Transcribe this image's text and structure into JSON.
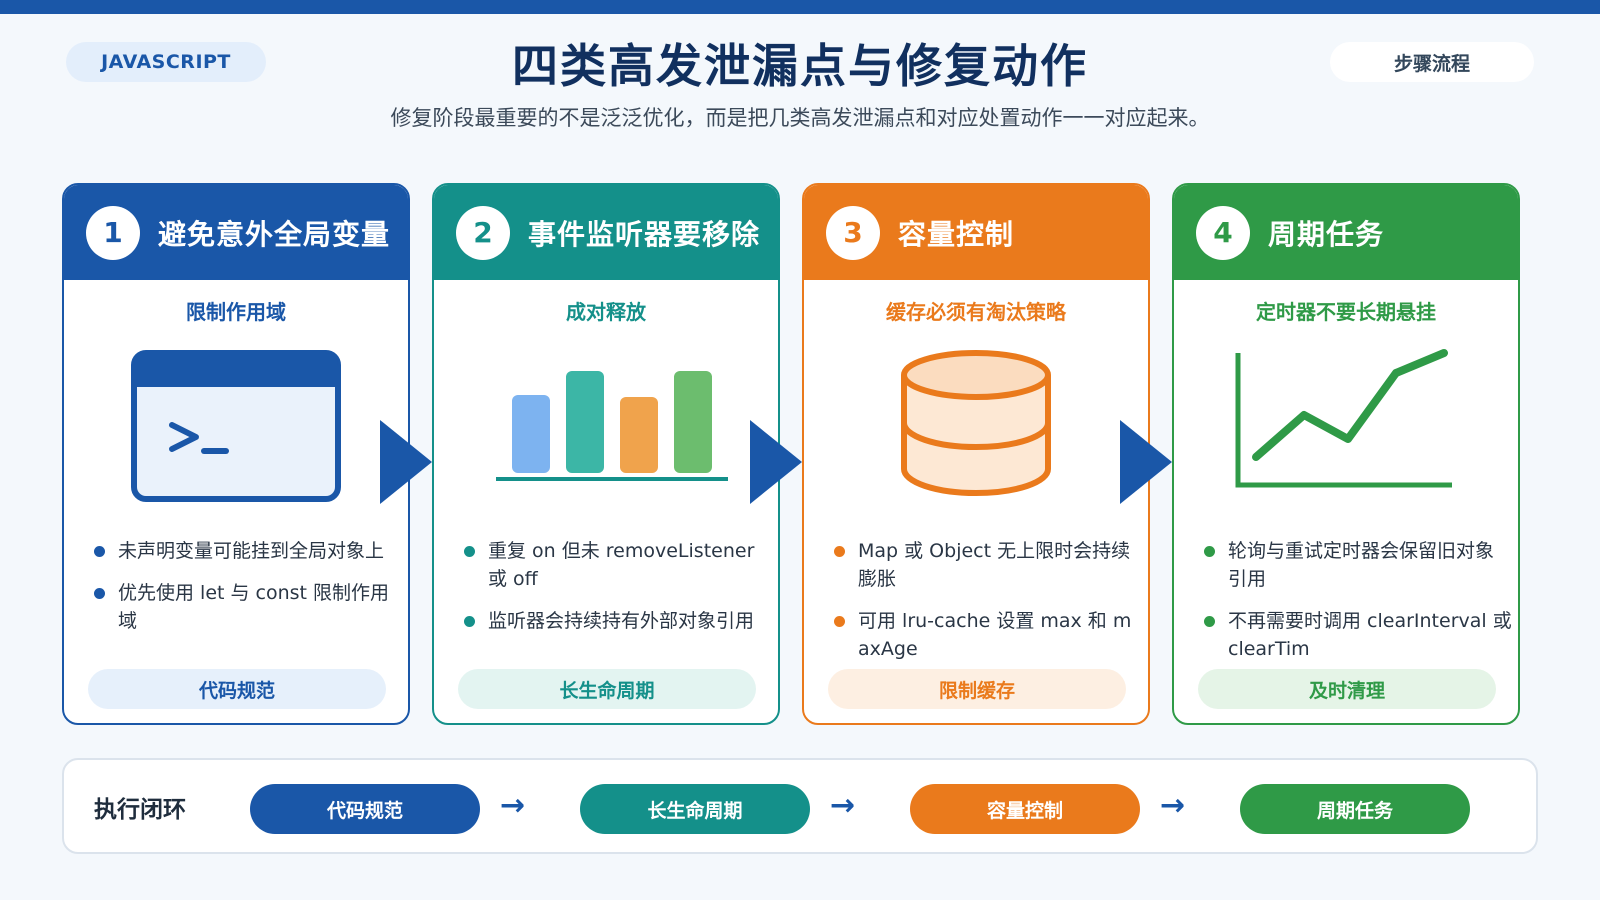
{
  "header": {
    "tag_left": "JAVASCRIPT",
    "title": "四类高发泄漏点与修复动作",
    "tag_right": "步骤流程",
    "subtitle": "修复阶段最重要的不是泛泛优化，而是把几类高发泄漏点和对应处置动作一一对应起来。"
  },
  "cards": [
    {
      "num": "1",
      "title": "避免意外全局变量",
      "subtitle": "限制作用域",
      "bullets": [
        "未声明变量可能挂到全局对象上",
        "优先使用 let 与 const 限制作用域"
      ],
      "pill": "代码规范",
      "icon": "terminal-window-icon",
      "color": "#1a57a8",
      "pill_bg": "#e6f0fb"
    },
    {
      "num": "2",
      "title": "事件监听器要移除",
      "subtitle": "成对释放",
      "bullets": [
        "重复 on 但未 removeListener 或 off",
        "监听器会持续持有外部对象引用"
      ],
      "pill": "长生命周期",
      "icon": "bar-chart-icon",
      "color": "#14908a",
      "pill_bg": "#e3f4f1"
    },
    {
      "num": "3",
      "title": "容量控制",
      "subtitle": "缓存必须有淘汰策略",
      "bullets": [
        "Map 或 Object 无上限时会持续膨胀",
        "可用 lru-cache 设置 max 和 maxAge"
      ],
      "pill": "限制缓存",
      "icon": "database-icon",
      "color": "#ea7a1c",
      "pill_bg": "#fdefe2"
    },
    {
      "num": "4",
      "title": "周期任务",
      "subtitle": "定时器不要长期悬挂",
      "bullets": [
        "轮询与重试定时器会保留旧对象引用",
        "不再需要时调用 clearInterval 或 clearTim"
      ],
      "pill": "及时清理",
      "icon": "line-chart-icon",
      "color": "#2f9a47",
      "pill_bg": "#e5f4e7"
    }
  ],
  "loop": {
    "label": "执行闭环",
    "steps": [
      "代码规范",
      "长生命周期",
      "容量控制",
      "周期任务"
    ],
    "arrow": "→"
  }
}
